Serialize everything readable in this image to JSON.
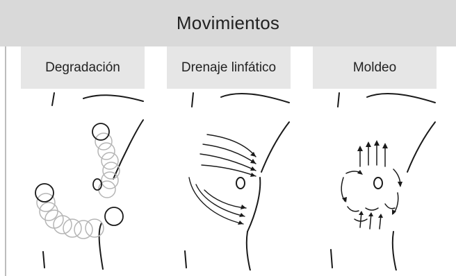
{
  "title": "Movimientos",
  "columns": [
    {
      "label": "Degradación",
      "illustration_icon": "breast-circles-icon"
    },
    {
      "label": "Drenaje linfático",
      "illustration_icon": "breast-arrows-lymph-icon"
    },
    {
      "label": "Moldeo",
      "illustration_icon": "breast-arrows-mold-icon"
    }
  ],
  "colors": {
    "header_bg": "#d9d9d9",
    "label_bg": "#e6e6e6",
    "line": "#1a1a1a",
    "circle_trace": "#b5b5b5"
  }
}
